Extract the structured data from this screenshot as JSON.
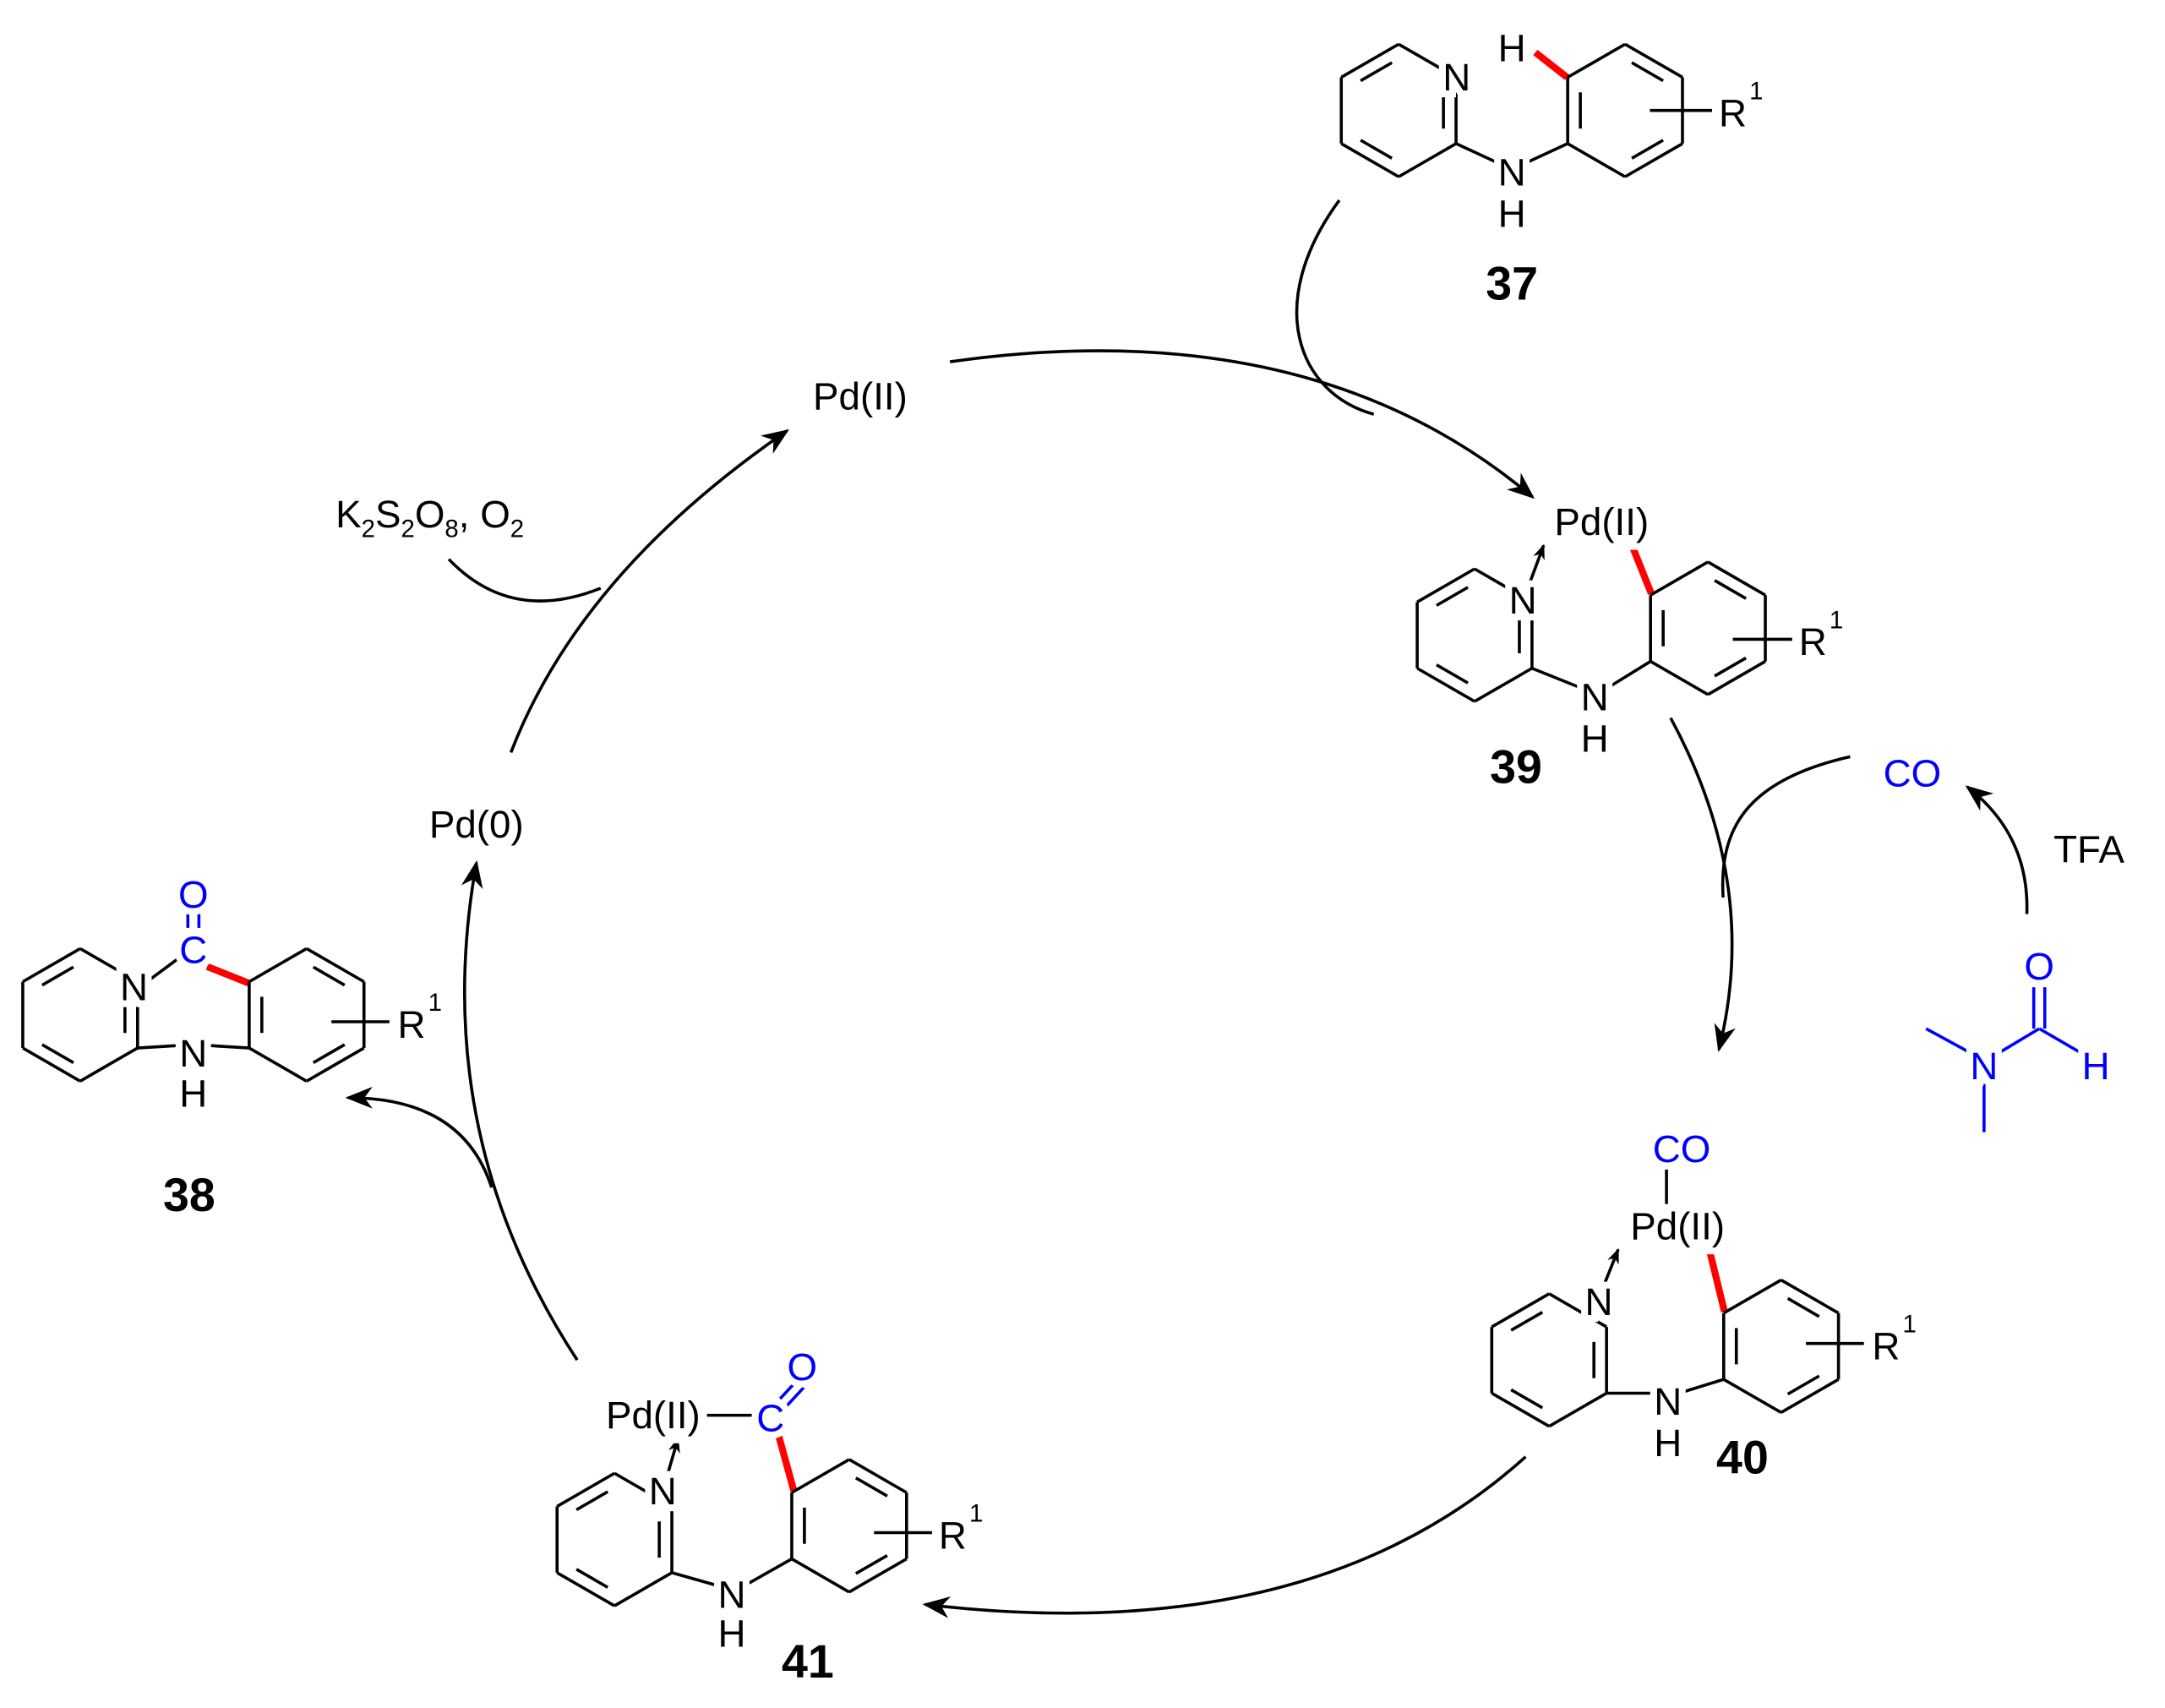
{
  "compounds": {
    "c37": {
      "label": "37",
      "substituent": "R",
      "sup": "1",
      "ring_atom": "N",
      "nh_n": "N",
      "nh_h": "H",
      "h": "H"
    },
    "c39": {
      "label": "39",
      "metal": "Pd(II)",
      "substituent": "R",
      "sup": "1",
      "ring_atom": "N",
      "nh_n": "N",
      "nh_h": "H"
    },
    "c40": {
      "label": "40",
      "metal": "Pd(II)",
      "ligand": "CO",
      "substituent": "R",
      "sup": "1",
      "ring_atom": "N",
      "nh_n": "N",
      "nh_h": "H"
    },
    "c41": {
      "label": "41",
      "metal": "Pd(II)",
      "carbon": "C",
      "oxygen": "O",
      "substituent": "R",
      "sup": "1",
      "ring_atom": "N",
      "nh_n": "N",
      "nh_h": "H"
    },
    "c38": {
      "label": "38",
      "carbon": "C",
      "oxygen": "O",
      "substituent": "R",
      "sup": "1",
      "ring_atom": "N",
      "nh_n": "N",
      "nh_h": "H"
    }
  },
  "cycle": {
    "pd2": "Pd(II)",
    "pd0": "Pd(0)",
    "oxidant_k": "K",
    "oxidant_k_sub": "2",
    "oxidant_s": "S",
    "oxidant_s_sub": "2",
    "oxidant_o": "O",
    "oxidant_o_sub": "8",
    "oxidant_rest": ", O",
    "oxidant_o2_sub": "2",
    "co": "CO",
    "tfa": "TFA"
  },
  "dmf": {
    "n": "N",
    "o": "O",
    "h": "H"
  },
  "colors": {
    "highlight_bond": "#ff0000",
    "carbonyl": "#0000ff"
  }
}
